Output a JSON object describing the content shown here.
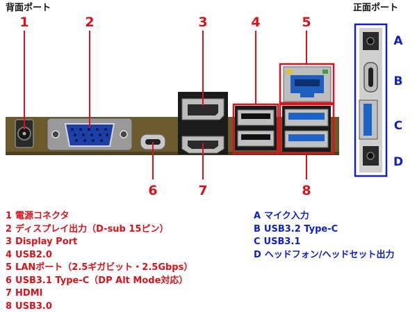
{
  "headers": {
    "rear": "背面ポート",
    "front": "正面ポート"
  },
  "callouts": {
    "rear": [
      "1",
      "2",
      "3",
      "4",
      "5",
      "6",
      "7",
      "8"
    ],
    "front": [
      "A",
      "B",
      "C",
      "D"
    ]
  },
  "legend_rear": [
    {
      "num": "1",
      "text": "電源コネクタ"
    },
    {
      "num": "2",
      "text": "ディスプレイ出力（D-sub 15ピン）"
    },
    {
      "num": "3",
      "text": "Display Port"
    },
    {
      "num": "4",
      "text": "USB2.0"
    },
    {
      "num": "5",
      "text": "LANポート（2.5ギガビット・2.5Gbps）"
    },
    {
      "num": "6",
      "text": "USB3.1 Type-C（DP Alt Mode対応）"
    },
    {
      "num": "7",
      "text": "HDMI"
    },
    {
      "num": "8",
      "text": "USB3.0"
    }
  ],
  "legend_front": [
    {
      "num": "A",
      "text": "マイク入力"
    },
    {
      "num": "B",
      "text": "USB3.2 Type-C"
    },
    {
      "num": "C",
      "text": "USB3.1"
    },
    {
      "num": "D",
      "text": "ヘッドフォン/ヘッドセット出力"
    }
  ],
  "colors": {
    "rear_callout": "#e0101a",
    "front_callout": "#1020c8",
    "board": "#6b5a2c",
    "usb3_blue": "#1e63c8",
    "metal": "#b8b8b8"
  }
}
